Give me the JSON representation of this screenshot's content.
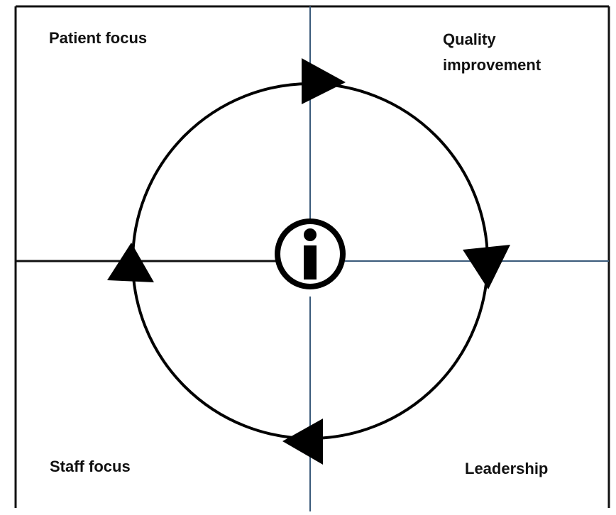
{
  "diagram": {
    "quadrants": {
      "top_left": "Patient focus",
      "top_right": "Quality improvement",
      "bottom_left": "Staff focus",
      "bottom_right": "Leadership"
    },
    "center_icon": "information-icon",
    "cycle_direction": "clockwise",
    "colors": {
      "frame": "#111111",
      "blue_divider": "#3a5a7a",
      "circle": "#000000"
    }
  }
}
